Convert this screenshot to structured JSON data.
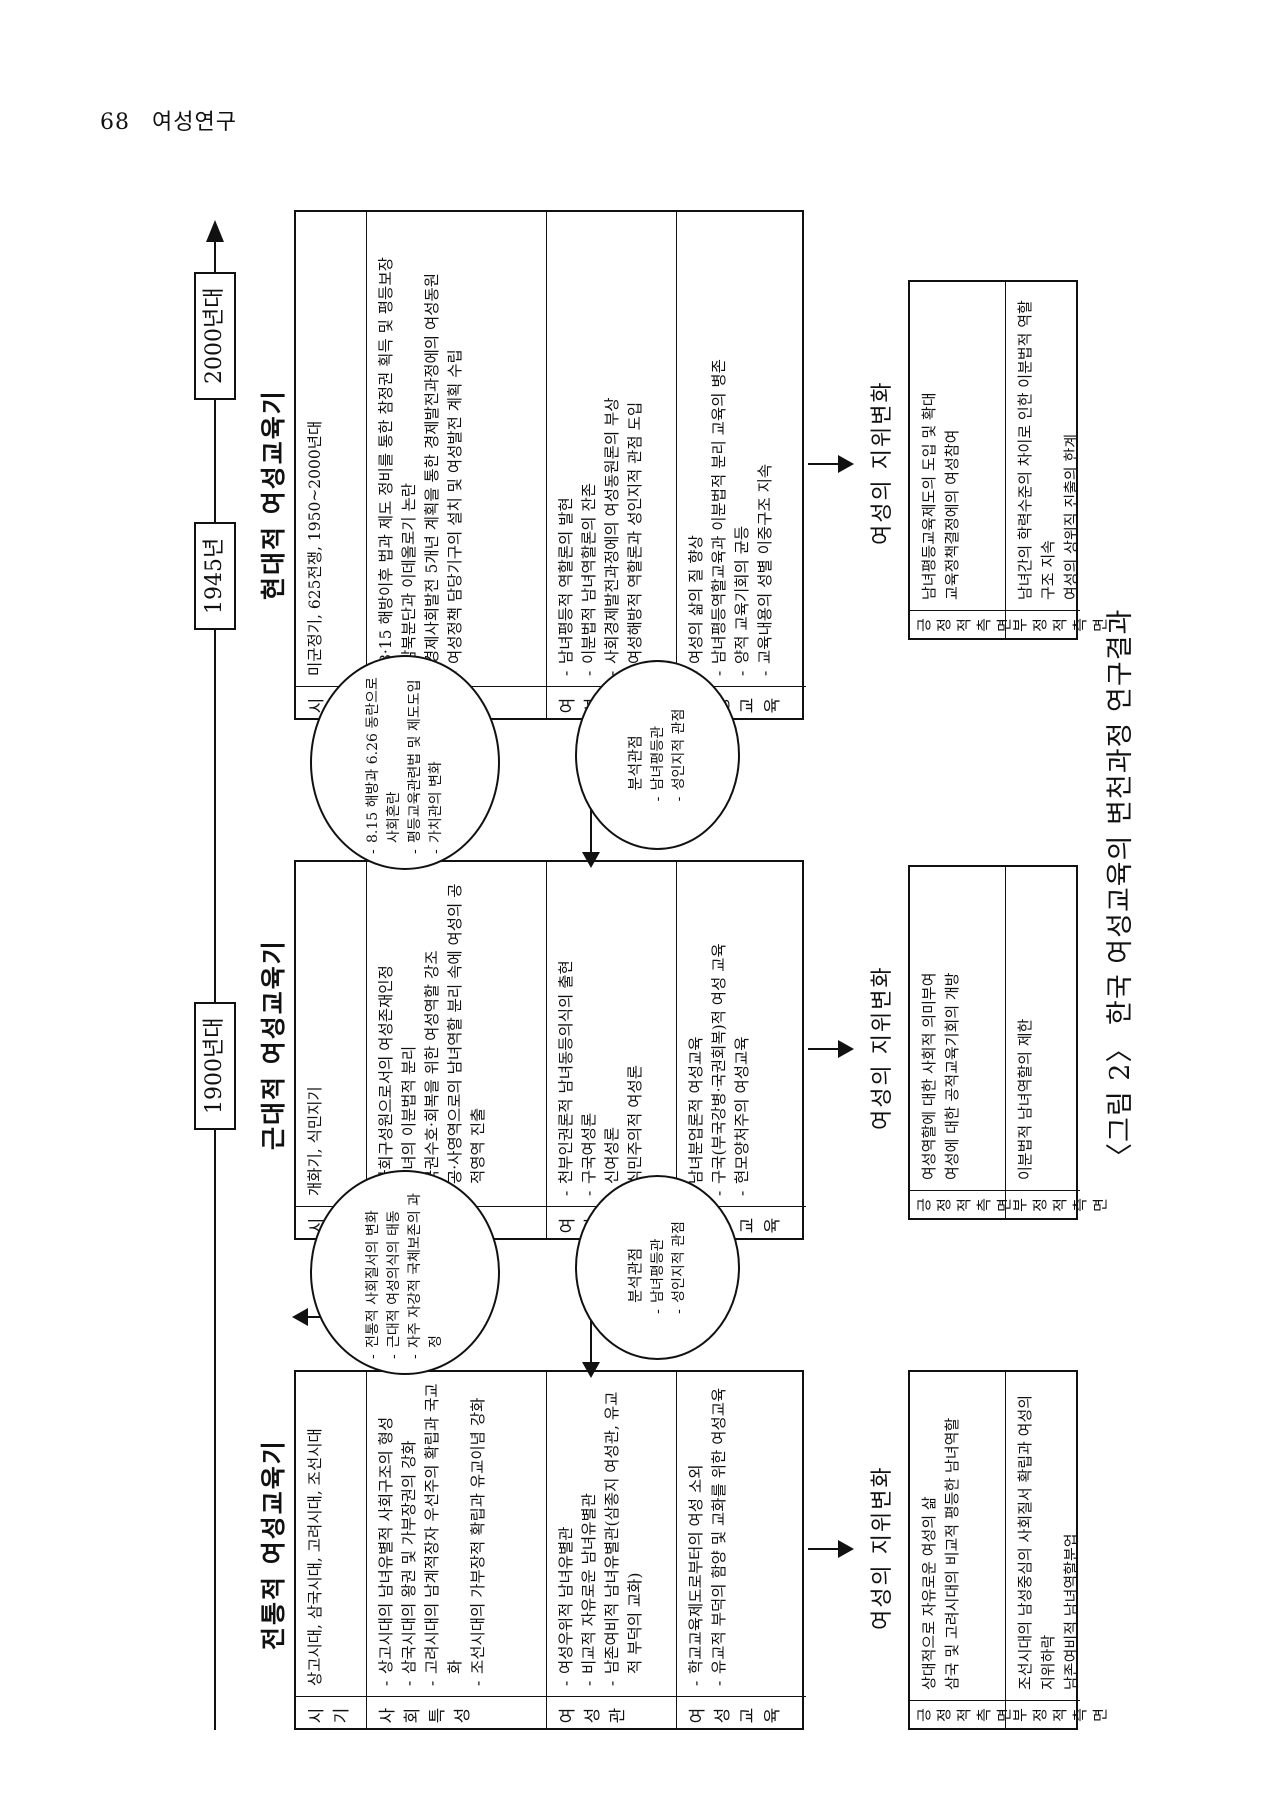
{
  "page": {
    "number": "68",
    "journal": "여성연구"
  },
  "timeline": {
    "years": [
      "1900년대",
      "1945년",
      "2000년대"
    ]
  },
  "labels": {
    "period": "시 기",
    "society": "사 회 특 성",
    "view": "여 성 관",
    "edu": "여 성 교 육",
    "positive": "긍정적측면",
    "negative": "부정적측면"
  },
  "eras": [
    {
      "title": "전통적 여성교육기",
      "period": "상고시대, 삼국시대, 고려시대, 조선시대",
      "society": [
        "상고시대의 남녀유별적 사회구조의 형성",
        "삼국시대의 왕권 및 가부장권의 강화",
        "고려시대의 남계적장자 우선주의 확립과 국교화",
        "조선시대의 가부장적 확립과 유교이념 강화"
      ],
      "view": [
        "여성우위적 남녀유별관",
        "비교적 자유로운 남녀유별관",
        "남존여비적 남녀유별관(삼종지 여성관, 유교적 부덕의 교화)"
      ],
      "edu": [
        "학교교육제도로부터의 여성 소외",
        "유교적 부덕의 함양 및 교화를 위한 여성교육"
      ],
      "status_title": "여성의 지위변화",
      "positive": [
        "상대적으로 자유로운 여성의 삶",
        "삼국 및 고려시대의 비교적 평등한 남녀역할"
      ],
      "negative": [
        "조선시대의 남성중심의 사회질서 확립과 여성의 지위하락",
        "남존여비적 남녀역할분업"
      ]
    },
    {
      "title": "근대적 여성교육기",
      "period": "개화기, 식민지기",
      "society": [
        "사회구성원으로서의 여성존재인정",
        "남녀의 이분법적 분리",
        "국권수호·회복을 위한 여성역할 강조",
        "공·사영역으로의 남녀역할 분리 속에 여성의 공적영역 진출"
      ],
      "view": [
        "천부인권론적 남녀동등의식의 출현",
        "구국여성론",
        "신여성론",
        "식민주의적 여성론"
      ],
      "edu": [
        "남녀분업론적 여성교육",
        "구국(부국강병·국권회복)적 여성 교육",
        "현모양처주의 여성교육"
      ],
      "status_title": "여성의 지위변화",
      "positive": [
        "여성역할에 대한 사회적 의미부여",
        "여성에 대한 공적교육기회의 개방"
      ],
      "negative": [
        "이분법적 남녀역할의 제한"
      ]
    },
    {
      "title": "현대적 여성교육기",
      "period": "미군정기, 625전쟁, 1950~2000년대",
      "society": [
        "8·15 해방이후 법과 제도 정비를 통한 참정권 획득 및 평등보장",
        "남북분단과 이데올로기 논란",
        "경제사회발전 5개년 계획을 통한 경제발전과정에의 여성동원",
        "여성정책 담당기구의 설치 및 여성발전 계획 수립"
      ],
      "view": [
        "남녀평등적 역할론의 발현",
        "이분법적 남녀역할론의 잔존",
        "사회경제발전과정에의 여성동원론의 부상",
        "여성해방적 역할론과 성인지적 관점 도입"
      ],
      "edu": [
        "여성의 삶의 질 향상",
        "남녀평등역할교육과 이분법적 분리 교육의 병존",
        "양적 교육기회의 균등",
        "교육내용의 성별 이중구조 지속"
      ],
      "status_title": "여성의 지위변화",
      "positive": [
        "남녀평등교육제도의 도입 및 확대",
        "교육정책결정에의 여성참여"
      ],
      "negative": [
        "남녀간의 학력수준의 차이로 인한 이분법적 역할구조 지속",
        "여성의 상위직 진출의 한계"
      ]
    }
  ],
  "transitions": [
    {
      "factors": [
        "전통적 사회질서의 변화",
        "근대적 여성의식의 태동",
        "자주 자강적 국체보존의 과정"
      ],
      "analysis_title": "분석관점",
      "analysis": [
        "남녀평등관",
        "성인지적 관점"
      ]
    },
    {
      "factors": [
        "8.15 해방과 6.26 동란으로 사회혼란",
        "평등교육관련법 및 제도도입",
        "가치관의 변화"
      ],
      "analysis_title": "분석관점",
      "analysis": [
        "남녀평등관",
        "성인지적 관점"
      ]
    }
  ],
  "caption": "〈그림 2〉 한국 여성교육의 변천과정 연구결과"
}
